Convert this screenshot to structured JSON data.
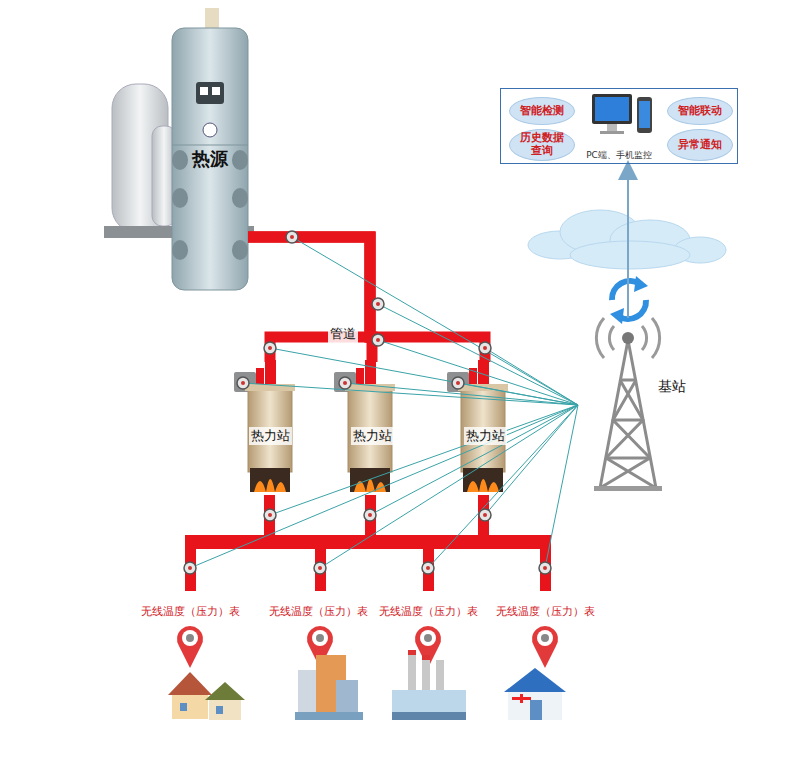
{
  "diagram": {
    "nodes": [
      {
        "text": [
          "PC端、手机监控"
        ]
      },
      {
        "text": [
          "智能检测"
        ],
        "in": 0
      },
      {
        "text": [
          "历史数据查询"
        ],
        "in": 0
      },
      {
        "text": [
          "智能联动"
        ],
        "in": 0
      },
      {
        "text": [
          "异常通知"
        ],
        "in": 0
      },
      {
        "text": [
          "热源"
        ]
      },
      {
        "text": [
          "热力站"
        ]
      },
      {
        "text": [
          "热力站"
        ]
      },
      {
        "text": [
          "热力站"
        ]
      },
      {
        "text": [
          "基站"
        ]
      }
    ],
    "edges": [
      {
        "from": 5,
        "to": 6,
        "arrow": "none"
      },
      {
        "from": 5,
        "to": 7,
        "arrow": "none"
      },
      {
        "from": 5,
        "to": 8,
        "arrow": "none"
      },
      {
        "from": 9,
        "to": 0,
        "arrow": "to"
      }
    ],
    "labels": [
      "管道",
      "无线温度（压力）表",
      "无线温度（压力）表",
      "无线温度（压力）表",
      "无线温度（压力）表"
    ]
  }
}
